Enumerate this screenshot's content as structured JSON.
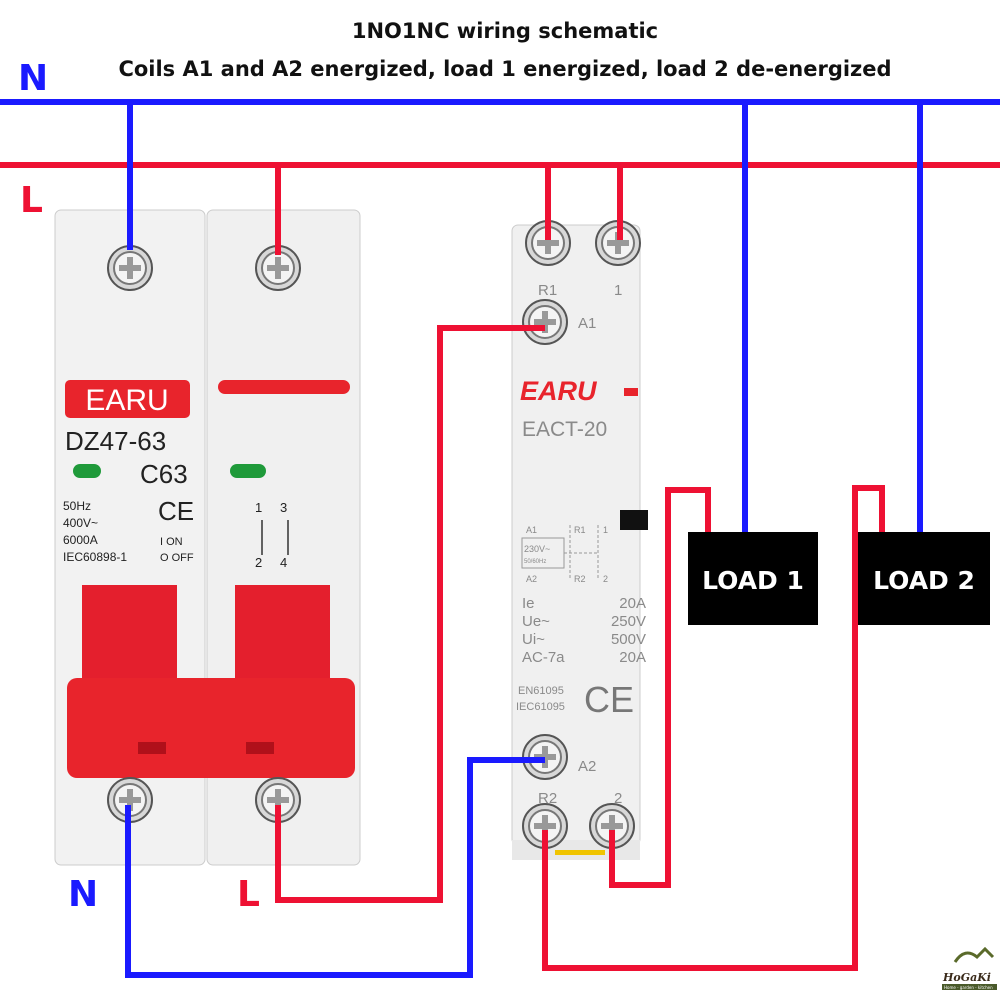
{
  "title": "1NO1NC wiring schematic",
  "subtitle": "Coils A1 and A2 energized, load 1 energized, load 2 de-energized",
  "bus_labels": {
    "n_top": "N",
    "l_top": "L",
    "n_bottom": "N",
    "l_bottom": "L"
  },
  "colors": {
    "neutral": "#1a1aff",
    "line": "#ee1133",
    "load_box": "#000000",
    "brand_red": "#e8242c"
  },
  "breaker": {
    "brand": "EARU",
    "model": "DZ47-63",
    "rating": "C63",
    "specs": [
      "50Hz",
      "400V~",
      "6000A",
      "IEC60898-1"
    ],
    "on_label": "I ON",
    "off_label": "O OFF",
    "ce": "CE",
    "terminals": [
      "1",
      "3",
      "2",
      "4"
    ]
  },
  "contactor": {
    "brand": "EARU",
    "model": "EACT-20",
    "top_terminals": [
      "R1",
      "1"
    ],
    "a1": "A1",
    "a2": "A2",
    "bottom_terminals": [
      "R2",
      "2"
    ],
    "coil_rating": "230V~",
    "coil_freq": "50/60Hz",
    "schematic_labels": [
      "A1",
      "A2",
      "R1",
      "R2",
      "1",
      "2"
    ],
    "specs": [
      {
        "name": "Ie",
        "value": "20A"
      },
      {
        "name": "Ue~",
        "value": "250V"
      },
      {
        "name": "Ui~",
        "value": "500V"
      },
      {
        "name": "AC-7a",
        "value": "20A"
      }
    ],
    "standards": [
      "EN61095",
      "IEC61095"
    ],
    "ce": "CE"
  },
  "loads": [
    "LOAD 1",
    "LOAD 2"
  ],
  "watermark": {
    "name": "HoGaKi",
    "tagline": "Home - garden - kitchen"
  }
}
